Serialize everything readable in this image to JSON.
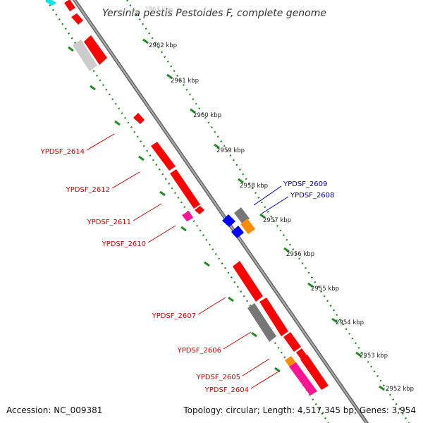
{
  "title": "Yersinia pestis Pestoides F, complete genome",
  "colors": {
    "backbone": "#888888",
    "scale_dots": "#228b22",
    "red_gene": "#ff0000",
    "gray_gene": "#777777",
    "light_gray_gene": "#cccccc",
    "blue_gene": "#0000ff",
    "orange_gene": "#ff8c00",
    "pink_gene": "#ff1493",
    "cyan_gene": "#00e5e5",
    "left_label": "#cc0000",
    "right_label": "#0000aa"
  },
  "scale_labels": {
    "k2963": "2963 kbp",
    "k2962": "2962 kbp",
    "k2961": "2961 kbp",
    "k2960": "2960 kbp",
    "k2959": "2959 kbp",
    "k2958": "2958 kbp",
    "k2957": "2957 kbp",
    "k2956": "2956 kbp",
    "k2955": "2955 kbp",
    "k2954": "2954 kbp",
    "k2953": "2953 kbp",
    "k2952": "2952 kbp"
  },
  "genes_left": {
    "g2614": "YPDSF_2614",
    "g2612": "YPDSF_2612",
    "g2611": "YPDSF_2611",
    "g2610": "YPDSF_2610",
    "g2607": "YPDSF_2607",
    "g2606": "YPDSF_2606",
    "g2605": "YPDSF_2605",
    "g2604": "YPDSF_2604"
  },
  "genes_right": {
    "g2609": "YPDSF_2609",
    "g2608": "YPDSF_2608"
  },
  "footer": {
    "accession": "Accession: NC_009381",
    "topology": "Topology: circular; Length: 4,517,345 bp; Genes: 3,954"
  }
}
